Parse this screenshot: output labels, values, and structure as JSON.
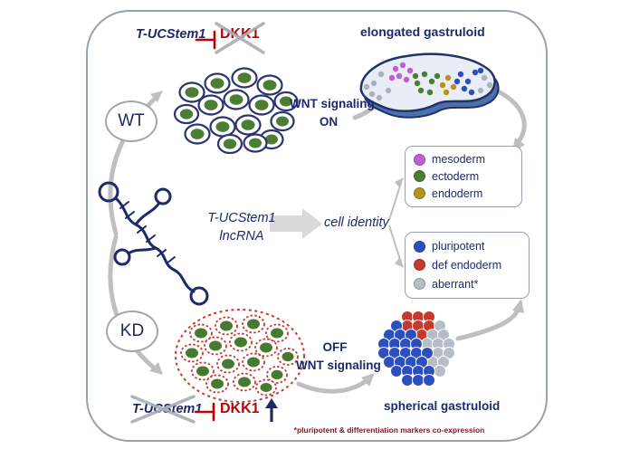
{
  "labels": {
    "t_ucstem1_top": "T-UCStem1",
    "dkk1_top": "DKK1",
    "elongated_gastruloid": "elongated gastruloid",
    "wt": "WT",
    "wnt_line1": "WNT signaling",
    "wnt_line2": "ON",
    "lncrna_line1": "T-UCStem1",
    "lncrna_line2": "lncRNA",
    "cell_identity": "cell identity",
    "kd": "KD",
    "off_line1": "OFF",
    "off_line2": "WNT signaling",
    "spherical_gastruloid": "spherical gastruloid",
    "t_ucstem1_bottom": "T-UCStem1",
    "dkk1_bottom": "DKK1",
    "footnote": "*pluripotent & differentiation markers co-expression"
  },
  "legend_germ_layers": {
    "items": [
      {
        "label": "mesoderm",
        "color": "#c05fd0"
      },
      {
        "label": "ectoderm",
        "color": "#4b7d33"
      },
      {
        "label": "endoderm",
        "color": "#b1951c"
      }
    ]
  },
  "legend_kd_fates": {
    "items": [
      {
        "label": "pluripotent",
        "color": "#2d4fbe"
      },
      {
        "label": "def endoderm",
        "color": "#c6392f"
      },
      {
        "label": "aberrant*",
        "color": "#b6bdc6"
      }
    ]
  },
  "colors": {
    "inhibition_red": "#c00000",
    "navy_text": "#1c2a6b",
    "arrow_gray": "#bfbfbf",
    "cell_nucleus_green": "#4b7d33",
    "kd_outline_red": "#c63b31"
  }
}
